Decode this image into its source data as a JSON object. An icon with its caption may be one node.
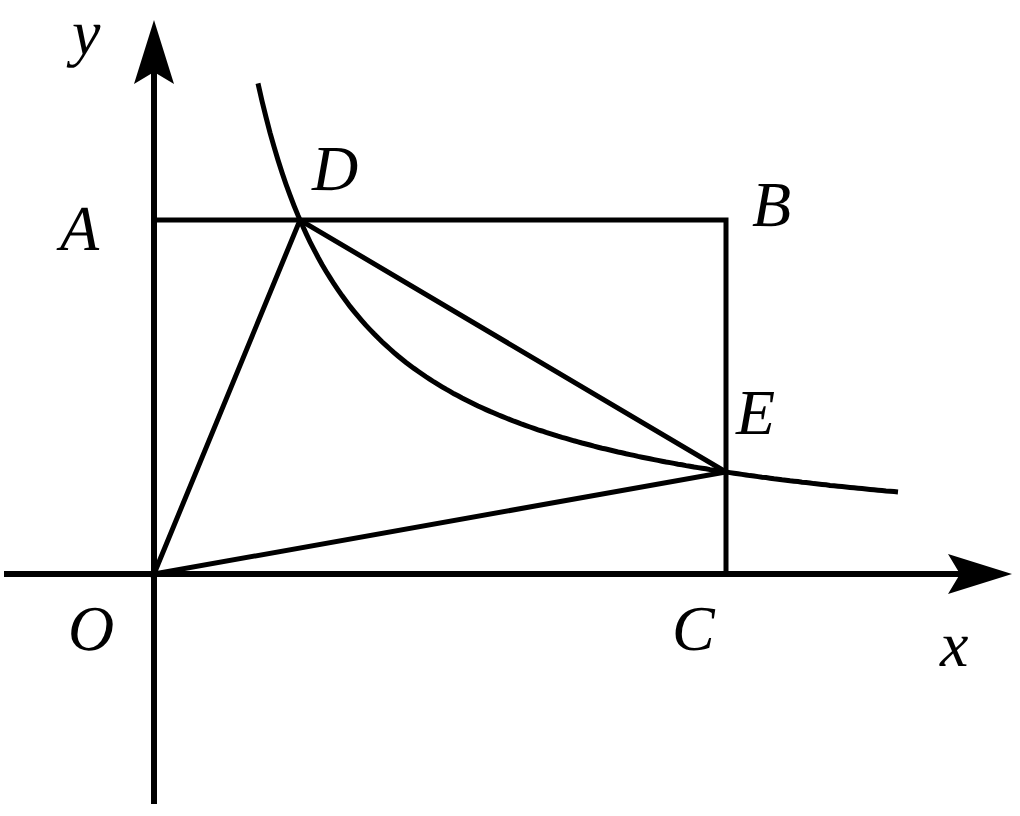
{
  "diagram": {
    "labels": [
      "y",
      "A",
      "D",
      "B",
      "E",
      "O",
      "C",
      "x"
    ]
  }
}
